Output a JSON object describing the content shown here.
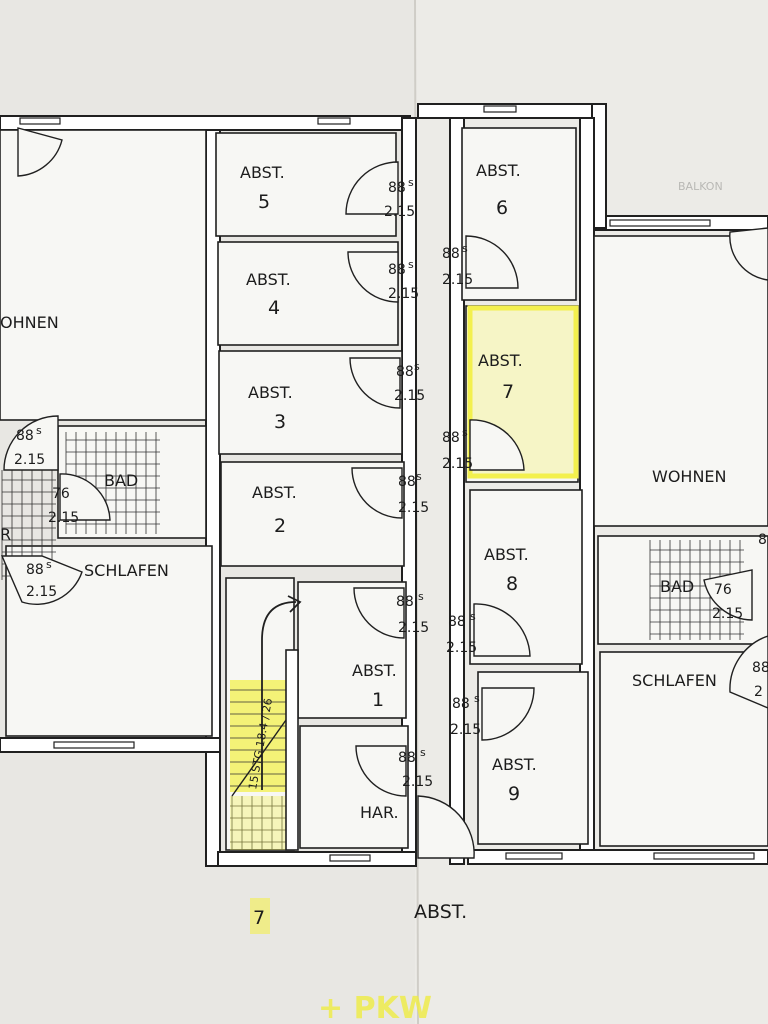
{
  "storage_rooms": [
    {
      "name": "ABST.",
      "number": "5",
      "height_code": "88",
      "height_sup": "s",
      "width_code": "2.15"
    },
    {
      "name": "ABST.",
      "number": "4",
      "height_code": "88",
      "height_sup": "s",
      "width_code": "2.15"
    },
    {
      "name": "ABST.",
      "number": "3",
      "height_code": "88",
      "height_sup": "s",
      "width_code": "2.15"
    },
    {
      "name": "ABST.",
      "number": "2",
      "height_code": "88",
      "height_sup": "s",
      "width_code": "2.15"
    },
    {
      "name": "ABST.",
      "number": "1",
      "height_code": "88",
      "height_sup": "s",
      "width_code": "2.15"
    },
    {
      "name": "ABST.",
      "number": "6",
      "height_code": "88",
      "height_sup": "s",
      "width_code": "2.15"
    },
    {
      "name": "ABST.",
      "number": "7",
      "height_code": "88",
      "height_sup": "s",
      "width_code": "2.15"
    },
    {
      "name": "ABST.",
      "number": "8",
      "height_code": "88",
      "height_sup": "s",
      "width_code": "2.15"
    },
    {
      "name": "ABST.",
      "number": "9",
      "height_code": "88",
      "height_sup": "s",
      "width_code": "2.15"
    }
  ],
  "rooms": {
    "left_living": "OHNEN",
    "right_living": "WOHNEN",
    "left_bath": "BAD",
    "right_bath": "BAD",
    "left_bedroom": "SCHLAFEN",
    "right_bedroom": "SCHLAFEN",
    "hall": "HAR.",
    "left_edge_letter": "R"
  },
  "doors": {
    "left_living_door": {
      "height_code": "88",
      "height_sup": "s",
      "width_code": "2.15"
    },
    "left_bath_door": {
      "height_code": "76",
      "width_code": "2.15"
    },
    "left_bedroom_door": {
      "height_code": "88",
      "height_sup": "s",
      "width_code": "2.15"
    },
    "right_bath_door": {
      "height_code": "76",
      "width_code": "2.15"
    },
    "right_bedroom_door": {
      "height_code": "88",
      "width_code": "2"
    },
    "right_edge_door": {
      "height_code": "8"
    },
    "hall_door": {
      "height_code": "88",
      "height_sup": "s",
      "width_code": "2.15"
    }
  },
  "stair": {
    "label": "15 STG 18.4 / 26"
  },
  "bottom_caption": {
    "number": "7",
    "text": "ABST."
  },
  "handwritten_note": "+ PKW",
  "faint_label": "BALKON",
  "highlight_color": "#f3f04e"
}
